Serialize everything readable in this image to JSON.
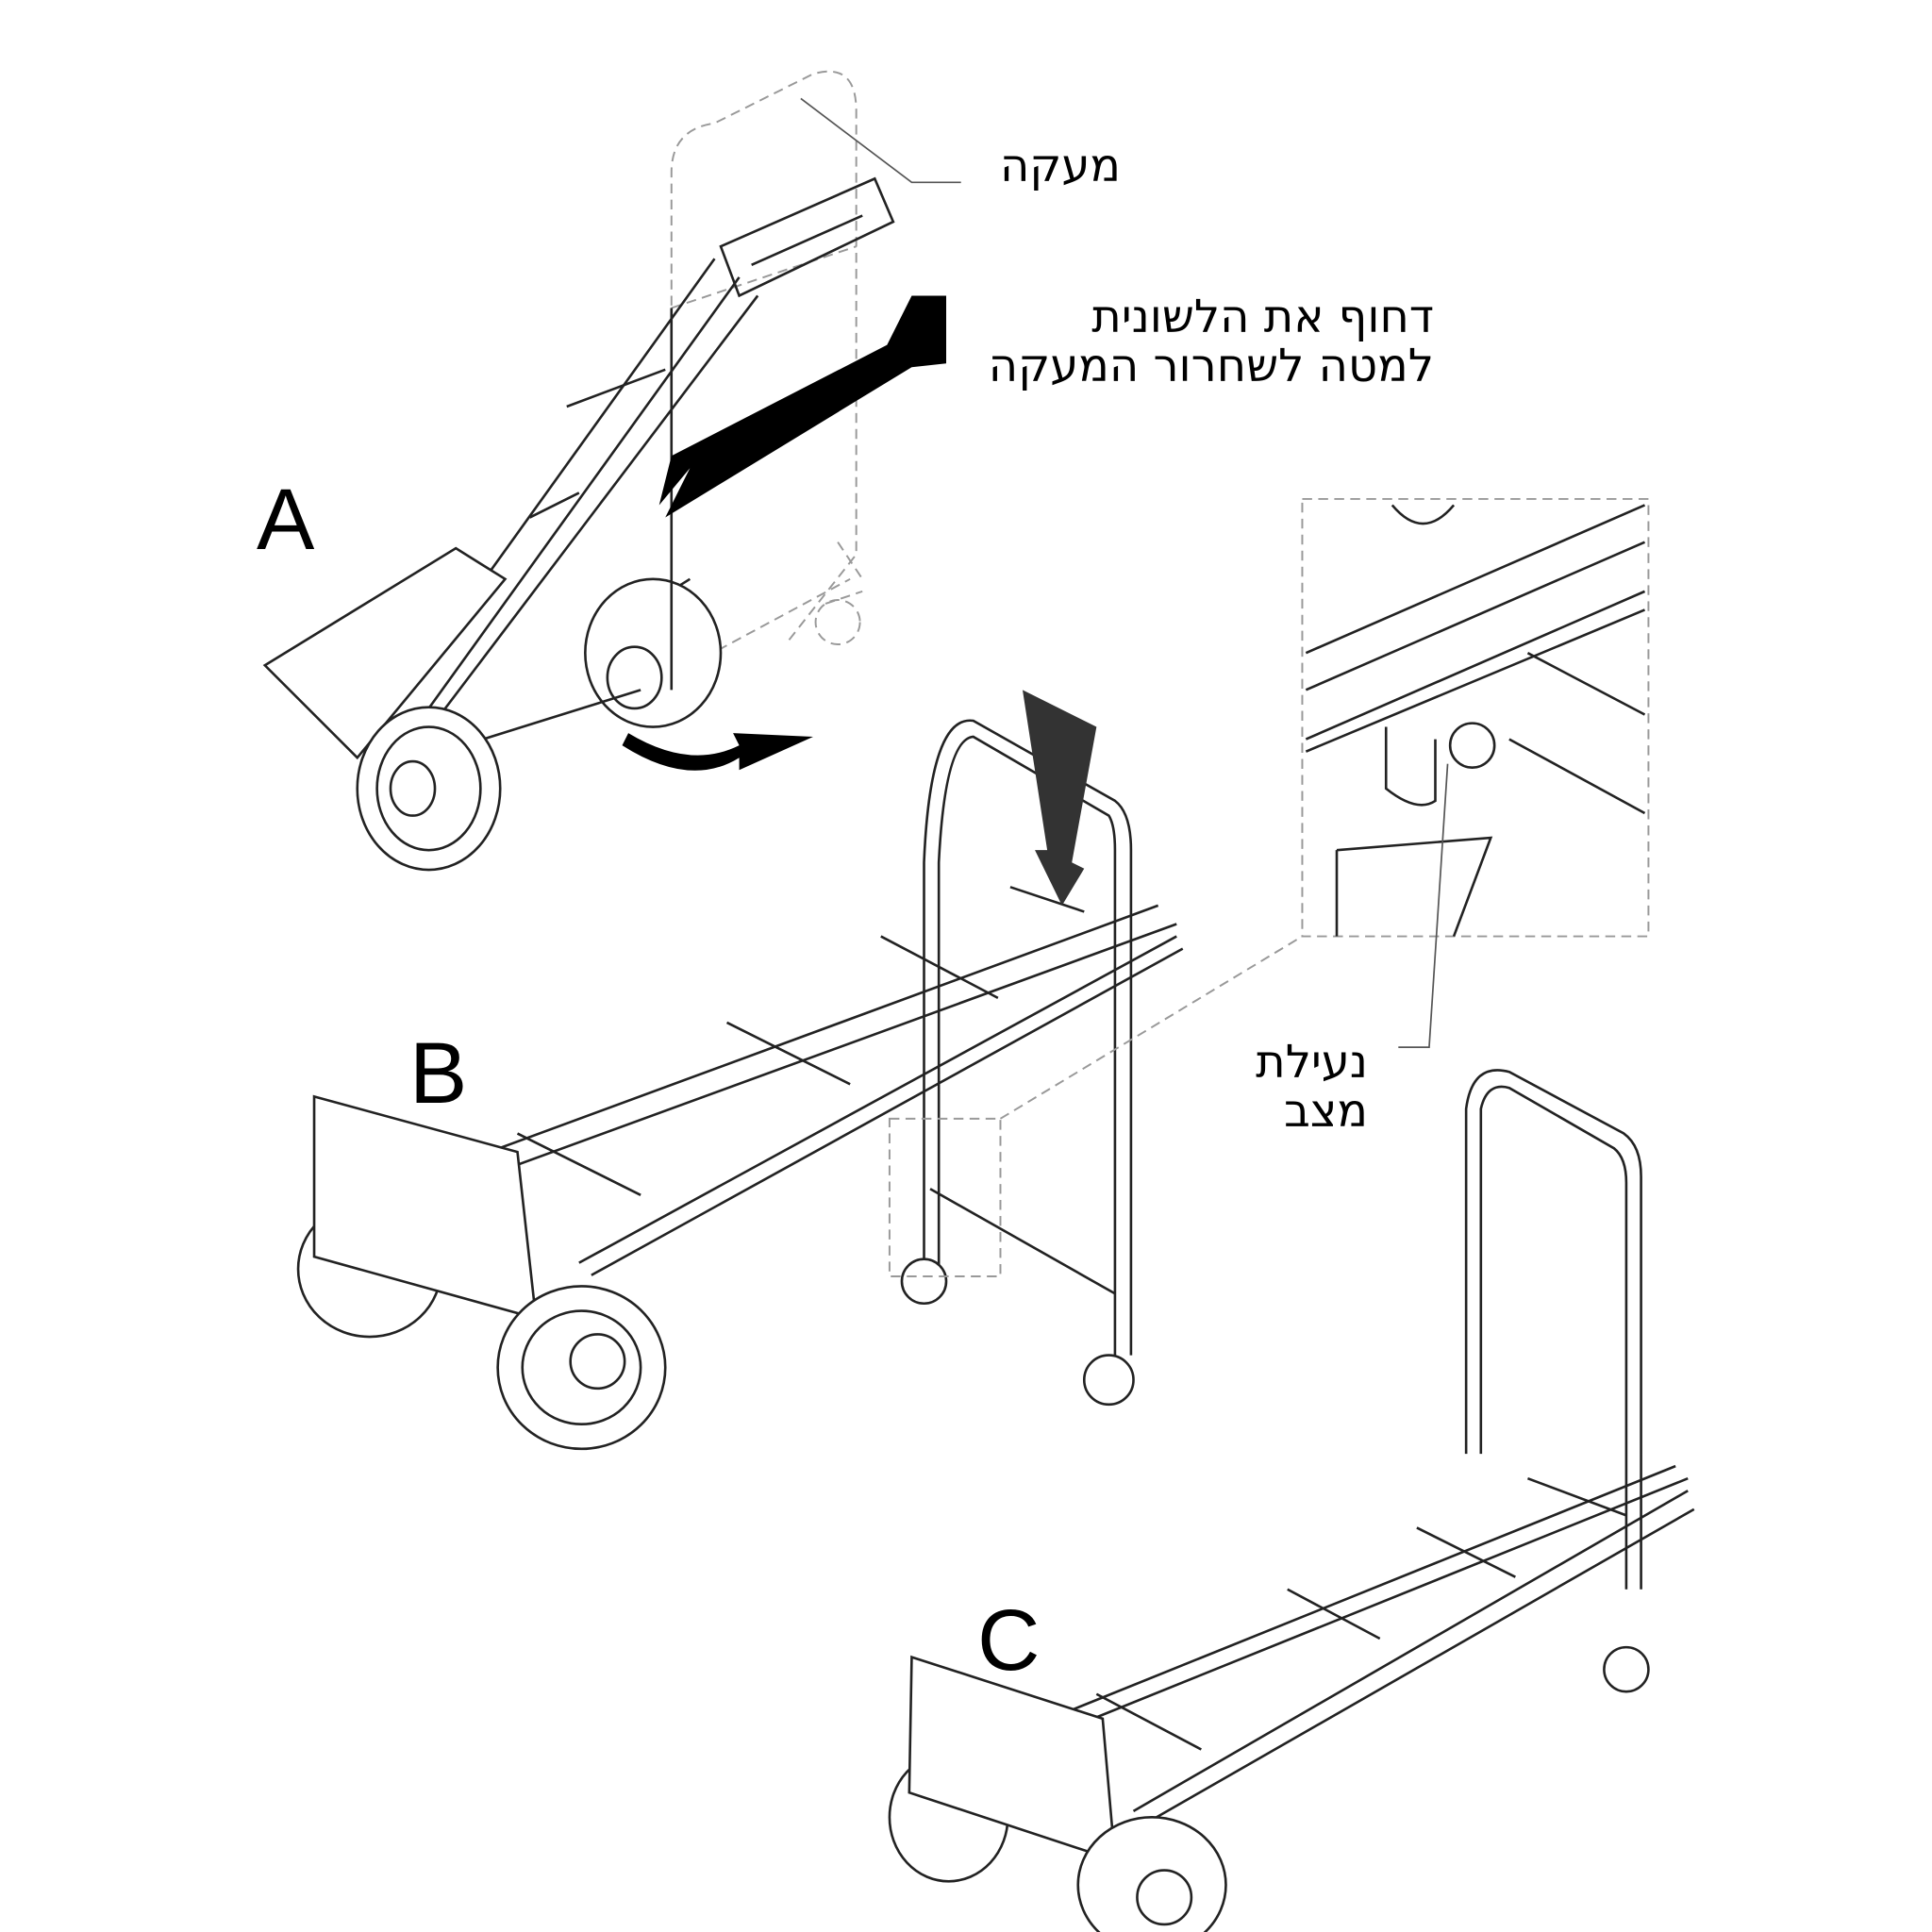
{
  "labels": {
    "handle": "מעקה",
    "press_instruction_line1": "דחוף את הלשונית",
    "press_instruction_line2": "למטה לשחרור המעקה",
    "position_lock_line1": "נעילת",
    "position_lock_line2": "מצב"
  },
  "steps": [
    "A",
    "B",
    "C"
  ],
  "colors": {
    "ink": "#000000",
    "arrow_b": "#333333",
    "dashed": "#999999"
  }
}
